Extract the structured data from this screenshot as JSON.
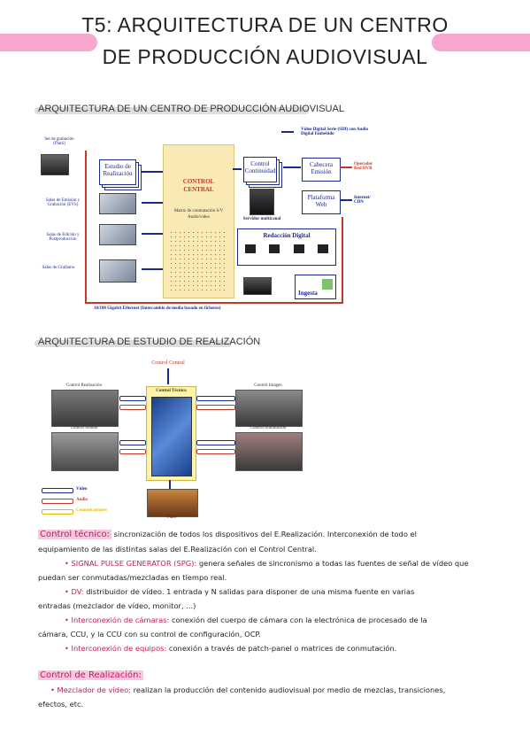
{
  "title": {
    "line1": "T5: ARQUITECTURA DE UN CENTRO",
    "line2": "DE PRODUCCIÓN AUDIOVISUAL"
  },
  "sections": {
    "s1": "ARQUITECTURA DE UN CENTRO DE PRODUCCIÓN AUDIOVISUAL",
    "s2": "ARQUITECTURA DE ESTUDIO DE REALIZACIÓN"
  },
  "diagram1": {
    "set_grabacion": "Set de grabación (Plató)",
    "estudio_realizacion": "Estudio de Realización",
    "salas_emision": "Salas de Emisión y Grabación (EVS)",
    "salas_edicion": "Salas de Edición y Postproducción",
    "salas_grafismo": "Salas de Grafismo",
    "control_central_1": "CONTROL",
    "control_central_2": "CENTRAL",
    "matriz": "Matriz de conmutación S/V Audio/video",
    "control_continuidad": "Control Continuidad",
    "cabecera_emision": "Cabecera Emisión",
    "plataforma_web": "Plataforma Web",
    "servidor_multicanal": "Servidor multicanal",
    "redaccion_digital": "Redacción Digital",
    "ingesta": "Ingesta",
    "legend_sdi": "Vídeo Digital Serie (SDI) con Audio Digital Embebido",
    "operador_red": "Operador Red DVB",
    "internet_cdn": "Internet/ CDN",
    "ethernet": "10/100 Gigabit Ethernet (Intercambio de media basado en ficheros)"
  },
  "diagram2": {
    "control_central": "Control Central",
    "control_realizacion": "Control Realización",
    "control_tecnico": "Control Técnico",
    "control_imagen": "Control Imagen",
    "control_sonido": "Control Sonido",
    "control_iluminacion": "Control Iluminación",
    "plato": "Plató",
    "legend_video": "Vídeo",
    "legend_audio": "Audio",
    "legend_comunicaciones": "Comunicaciones"
  },
  "notes": {
    "control_tecnico_label": "Control técnico:",
    "control_tecnico_text_1": "sincronización de todos los dispositivos del E.Realización. Interconexión de todo el",
    "control_tecnico_text_2": "equipamiento de las distintas salas del E.Realización con el Control Central.",
    "b1_label": "• SIGNAL PULSE GENERATOR (SPG):",
    "b1_text_1": "genera señales de sincronismo a todas las fuentes de señal de vídeo que",
    "b1_text_2": "puedan ser conmutadas/mezcladas en tiempo real.",
    "b2_label": "• DV:",
    "b2_text_1": "distribuidor de vídeo. 1 entrada y N salidas para disponer de una misma fuente en varias",
    "b2_text_2": "entradas (mezclador de vídeo, monitor, ...)",
    "b3_label": "• Interconexión de cámaras:",
    "b3_text_1": "conexión del cuerpo de cámara con la electrónica de procesado de la",
    "b3_text_2": "cámara, CCU, y la CCU con su control de configuración, OCP.",
    "b4_label": "• Interconexión de equipos:",
    "b4_text_1": "conexión a través de patch-panel o matrices de conmutación.",
    "control_realizacion_label": "Control de Realización:",
    "b5_label": "• Mezclador de vídeo:",
    "b5_text_1": "realizan la producción del contenido audiovisual por medio de mezclas, transiciones,",
    "b5_text_2": "efectos, etc."
  },
  "colors": {
    "pink_accent": "#f9a6cf",
    "pink_text": "#c2185b",
    "diagram_blue": "#1b2a8a",
    "diagram_red": "#c0392b",
    "central_yellow": "#f8e9b5"
  }
}
